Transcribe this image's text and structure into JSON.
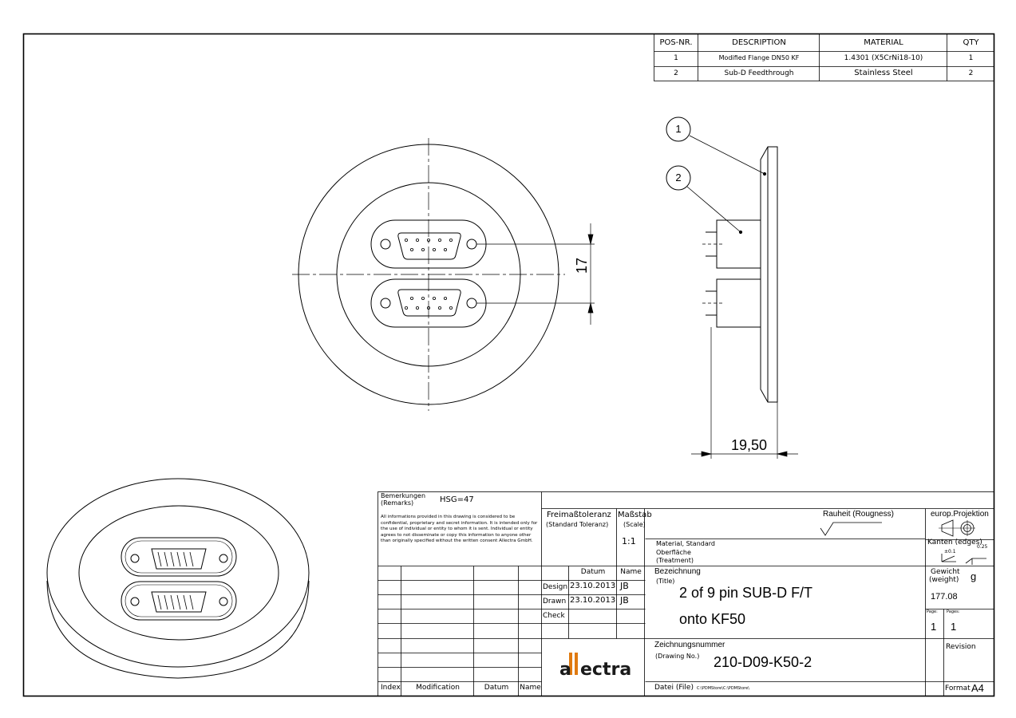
{
  "parts_list": {
    "headers": [
      "POS-NR.",
      "DESCRIPTION",
      "MATERIAL",
      "QTY"
    ],
    "rows": [
      [
        "1",
        "Modified Flange DN50 KF",
        "1.4301 (X5CrNi18-10)",
        "1"
      ],
      [
        "2",
        "Sub-D Feedthrough",
        "Stainless Steel",
        "2"
      ]
    ]
  },
  "views": {
    "dimension_front": "17",
    "dimension_side": "19,50",
    "balloons": [
      "1",
      "2"
    ]
  },
  "title_block": {
    "remarks_label": "Bemerkungen",
    "remarks_label_en": "(Remarks)",
    "remarks_value": "HSG=47",
    "confidential": "All informations provided in this drawing is considered to be confidential, proprietary and secret information. It is intended only for the use of individual or entity to whom it is sent. Individual or entity agrees to not disseminate or copy this information to anyone other than originally specified without the written consent Allectra GmbH.",
    "tolerance_label": "Freimaßtoleranz",
    "tolerance_label_en": "(Standard Toleranz)",
    "scale_label": "Maßstab",
    "scale_label_en": "(Scale)",
    "scale_value": "1:1",
    "roughness_label": "Rauheit (Rougness)",
    "projection_label": "europ.Projektion",
    "edges_label": "Kanten (edges)",
    "edge_tol_1": "±0.1",
    "edge_tol_2": "0.25",
    "material_label": "Material, Standard",
    "treatment_label": "Oberfläche",
    "treatment_label_en": "(Treatment)",
    "datum_label": "Datum",
    "name_label": "Name",
    "design_label": "Design",
    "design_date": "23.10.2013",
    "design_name": "JB",
    "drawn_label": "Drawn",
    "drawn_date": "23.10.2013",
    "drawn_name": "JB",
    "check_label": "Check",
    "title_label": "Bezeichnung",
    "title_label_en": "(Title)",
    "title_line1": "2 of 9 pin SUB-D F/T",
    "title_line2": "onto KF50",
    "weight_label": "Gewicht",
    "weight_label_en": "(weight)",
    "weight_unit": "g",
    "weight_value": "177.08",
    "page_label": "Page:",
    "page_value": "1",
    "pages_label": "Pages:",
    "pages_value": "1",
    "drawing_no_label": "Zeichnungsnummer",
    "drawing_no_label_en": "(Drawing No.)",
    "drawing_no": "210-D09-K50-2",
    "revision_label": "Revision",
    "file_label": "Datei (File)",
    "file_path": "C:\\PDMStore\\C:\\PDMStore\\",
    "format_label": "Format",
    "format_value": "A4",
    "index_label": "Index",
    "modification_label": "Modification",
    "mod_datum_label": "Datum",
    "mod_name_label": "Name",
    "logo_text": "allectra"
  }
}
